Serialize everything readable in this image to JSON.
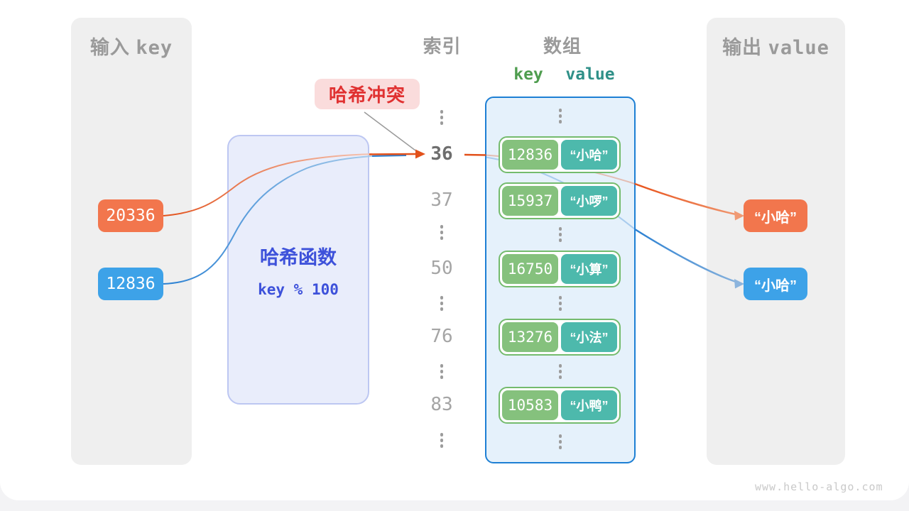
{
  "panels": {
    "input": {
      "cjk": "输入",
      "latin": "key"
    },
    "output": {
      "cjk": "输出",
      "latin": "value"
    }
  },
  "inputs": {
    "key1": "20336",
    "key2": "12836"
  },
  "hash": {
    "title": "哈希函数",
    "formula": "key % 100"
  },
  "collision": {
    "label": "哈希冲突"
  },
  "headers": {
    "index": "索引",
    "array": "数组",
    "key": "key",
    "value": "value"
  },
  "index_values": {
    "0": "36",
    "1": "37",
    "2": "50",
    "3": "76",
    "4": "83"
  },
  "pairs": [
    {
      "key": "12836",
      "value": "“小哈”"
    },
    {
      "key": "15937",
      "value": "“小啰”"
    },
    {
      "key": "16750",
      "value": "“小算”"
    },
    {
      "key": "13276",
      "value": "“小法”"
    },
    {
      "key": "10583",
      "value": "“小鸭”"
    }
  ],
  "outputs": {
    "value1": "“小哈”",
    "value2": "“小哈”"
  },
  "watermark": "www.hello-algo.com",
  "colors": {
    "orange": "#f2764d",
    "blue": "#3da2e8",
    "key_green": "#85c17d",
    "value_teal": "#4db9ac",
    "array_border": "#1d7fd4",
    "hash_blue": "#3d51da",
    "collision_red": "#e03131",
    "panel_gray": "#efefef",
    "arrow_orange": "#e2511b",
    "arrow_blue": "#2a80d2"
  }
}
